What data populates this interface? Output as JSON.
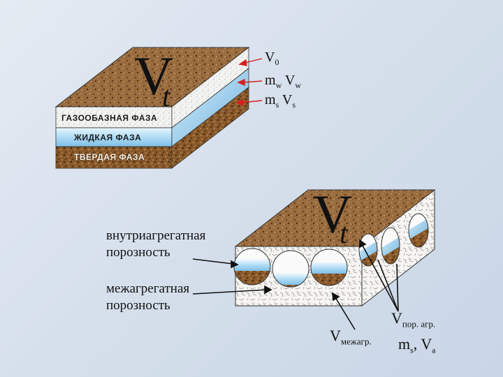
{
  "block1": {
    "big_letter": "V",
    "small_letter": "t",
    "layers": {
      "gas": "ГАЗООБАЗНАЯ ФАЗА",
      "liquid": "ЖИДКАЯ ФАЗА",
      "solid": "ТВЕРДАЯ ФАЗА"
    },
    "annotations": {
      "row1": {
        "v": "V",
        "sub": "0"
      },
      "row2": {
        "m": "m",
        "m_sub": "w",
        "v": "V",
        "v_sub": "w"
      },
      "row3": {
        "m": "m",
        "m_sub": "s",
        "v": "V",
        "v_sub": "s"
      }
    }
  },
  "block2": {
    "big_letter": "V",
    "small_letter": "t",
    "labels": {
      "intra": [
        "внутриагрегатная",
        "порозность"
      ],
      "inter": [
        "межагрегатная",
        "порозность"
      ]
    },
    "v_pore": {
      "v": "V",
      "sub": "пор. агр."
    },
    "v_inter": {
      "v": "V",
      "sub": "межагр."
    },
    "ms_va": {
      "m": "m",
      "m_sub": "s",
      "sep": ", ",
      "v": "V",
      "v_sub": "a"
    }
  },
  "colors": {
    "soil_brown": "#9a6a3a",
    "water_blue": "#9fd0ee",
    "arrow_red": "#d42020",
    "background": "#d6e0ec"
  }
}
